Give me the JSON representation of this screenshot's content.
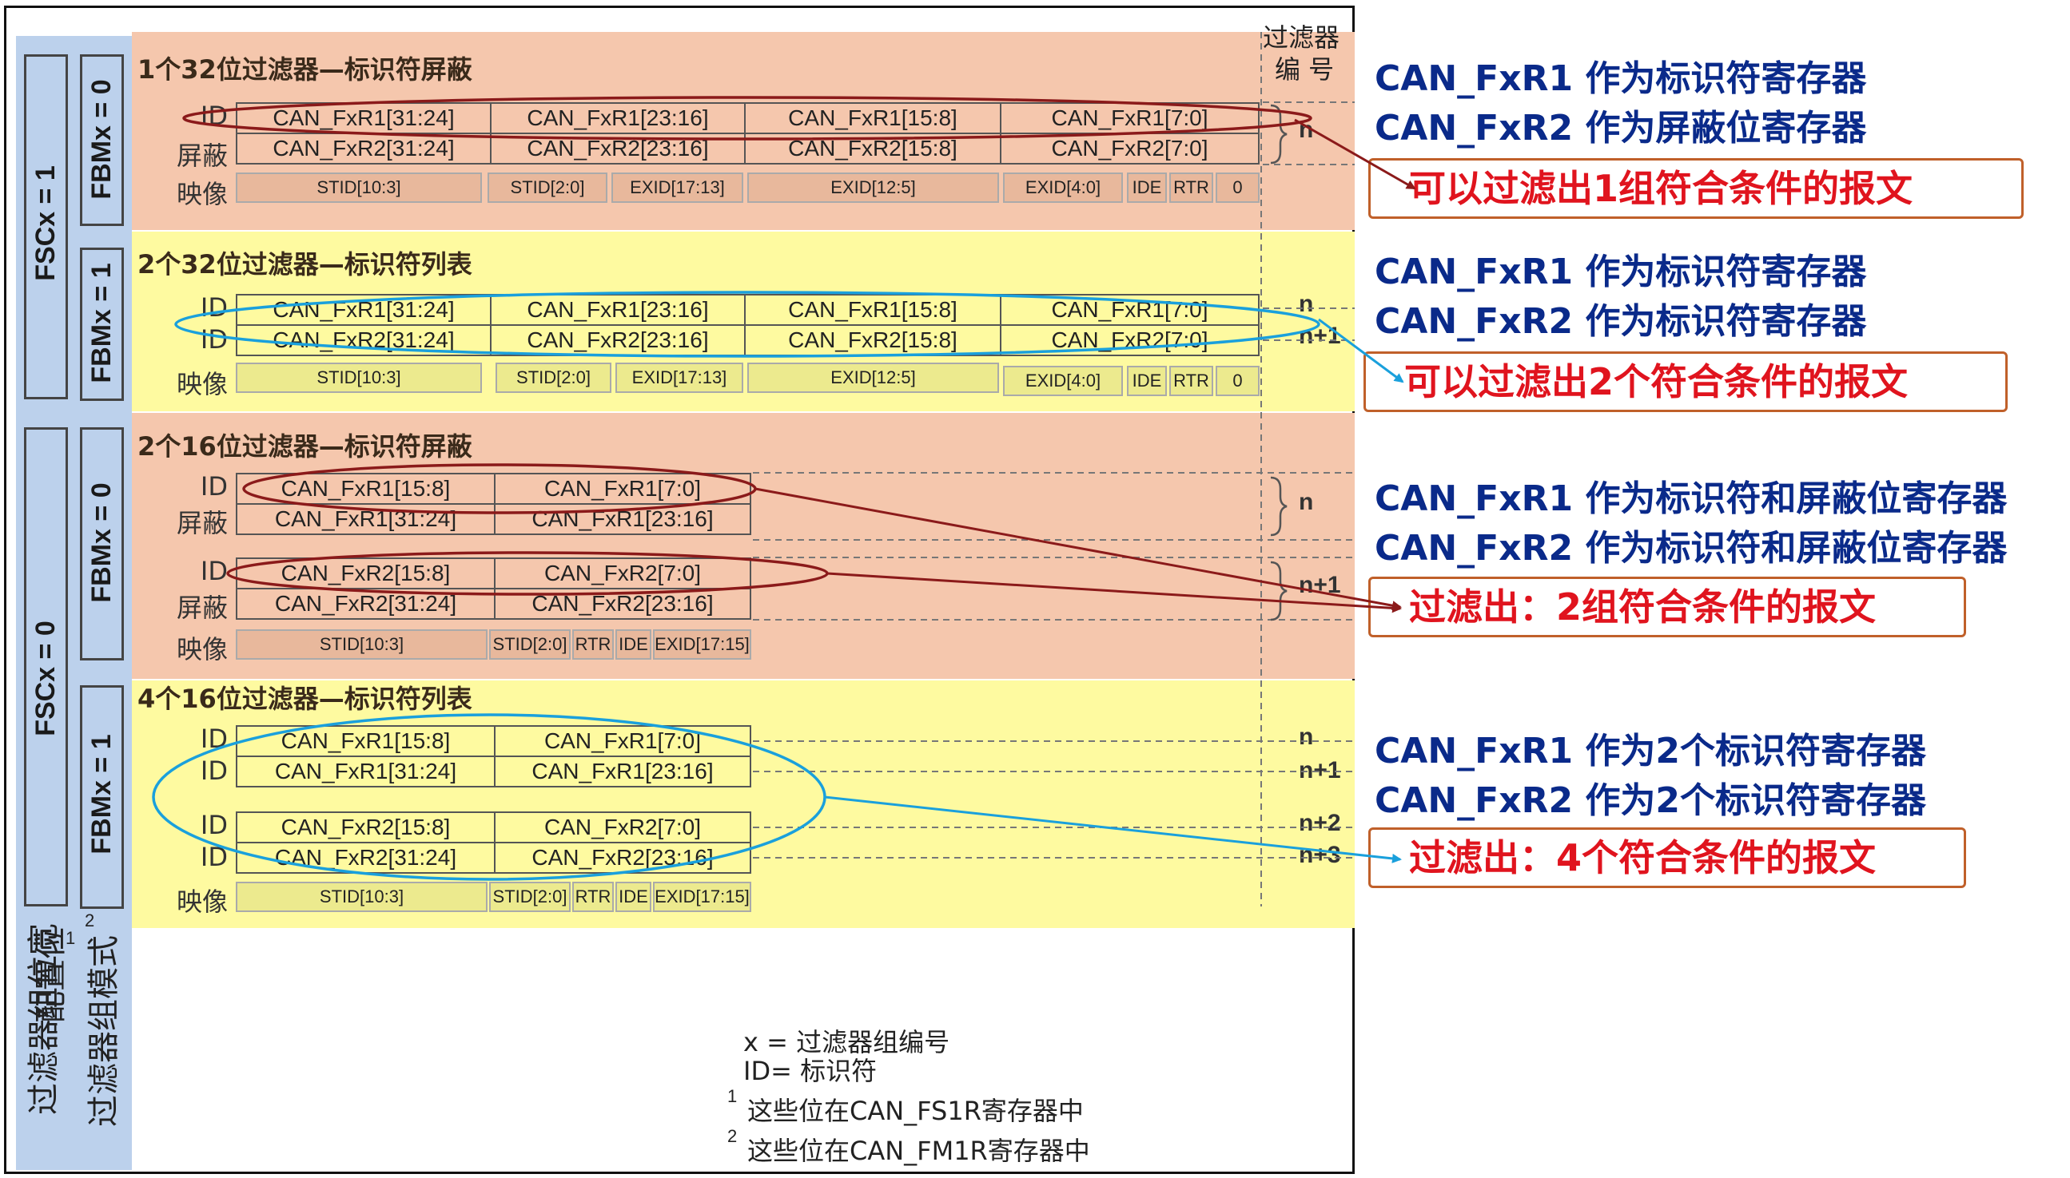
{
  "colors": {
    "salmon": "#f5c7ad",
    "yellow": "#fefaa0",
    "leftbar": "#bcd1ec",
    "callout_border": "#c0602a",
    "callout_text": "#e0141e",
    "blue_text": "#0a2a8a",
    "red_ellipse": "#8b1a1a",
    "blue_ellipse": "#1aa0dc"
  },
  "left": {
    "fsc1": "FSCx = 1",
    "fsc0": "FSCx = 0",
    "fbm_top0": "FBMx = 0",
    "fbm_top1": "FBMx = 1",
    "fbm_bot0": "FBMx = 0",
    "fbm_bot1": "FBMx = 1",
    "width_cfg_a": "过滤器组位宽",
    "width_cfg_b": "配置位",
    "width_cfg_sup": "1",
    "mode_cfg": "过滤器组模式",
    "mode_cfg_sup": "2"
  },
  "header": {
    "filter_num_a": "过滤器",
    "filter_num_b": "编 号"
  },
  "sections": [
    {
      "title": "1个32位过滤器—标识符屏蔽",
      "row_labels": [
        "ID",
        "屏蔽",
        "映像"
      ],
      "rows": [
        [
          "CAN_FxR1[31:24]",
          "CAN_FxR1[23:16]",
          "CAN_FxR1[15:8]",
          "CAN_FxR1[7:0]"
        ],
        [
          "CAN_FxR2[31:24]",
          "CAN_FxR2[23:16]",
          "CAN_FxR2[15:8]",
          "CAN_FxR2[7:0]"
        ]
      ],
      "map": [
        "STID[10:3]",
        "STID[2:0]",
        "EXID[17:13]",
        "EXID[12:5]",
        "EXID[4:0]",
        "IDE",
        "RTR",
        "0"
      ],
      "nums": [
        "n"
      ]
    },
    {
      "title": "2个32位过滤器—标识符列表",
      "row_labels": [
        "ID",
        "ID",
        "映像"
      ],
      "rows": [
        [
          "CAN_FxR1[31:24]",
          "CAN_FxR1[23:16]",
          "CAN_FxR1[15:8]",
          "CAN_FxR1[7:0]"
        ],
        [
          "CAN_FxR2[31:24]",
          "CAN_FxR2[23:16]",
          "CAN_FxR2[15:8]",
          "CAN_FxR2[7:0]"
        ]
      ],
      "map": [
        "STID[10:3]",
        "STID[2:0]",
        "EXID[17:13]",
        "EXID[12:5]",
        "EXID[4:0]",
        "IDE",
        "RTR",
        "0"
      ],
      "nums": [
        "n",
        "n+1"
      ]
    },
    {
      "title": "2个16位过滤器—标识符屏蔽",
      "row_labels": [
        "ID",
        "屏蔽",
        "ID",
        "屏蔽",
        "映像"
      ],
      "rows": [
        [
          "CAN_FxR1[15:8]",
          "CAN_FxR1[7:0]"
        ],
        [
          "CAN_FxR1[31:24]",
          "CAN_FxR1[23:16]"
        ],
        [
          "CAN_FxR2[15:8]",
          "CAN_FxR2[7:0]"
        ],
        [
          "CAN_FxR2[31:24]",
          "CAN_FxR2[23:16]"
        ]
      ],
      "map": [
        "STID[10:3]",
        "STID[2:0]",
        "RTR",
        "IDE",
        "EXID[17:15]"
      ],
      "nums": [
        "n",
        "n+1"
      ]
    },
    {
      "title": "4个16位过滤器—标识符列表",
      "row_labels": [
        "ID",
        "ID",
        "ID",
        "ID",
        "映像"
      ],
      "rows": [
        [
          "CAN_FxR1[15:8]",
          "CAN_FxR1[7:0]"
        ],
        [
          "CAN_FxR1[31:24]",
          "CAN_FxR1[23:16]"
        ],
        [
          "CAN_FxR2[15:8]",
          "CAN_FxR2[7:0]"
        ],
        [
          "CAN_FxR2[31:24]",
          "CAN_FxR2[23:16]"
        ]
      ],
      "map": [
        "STID[10:3]",
        "STID[2:0]",
        "RTR",
        "IDE",
        "EXID[17:15]"
      ],
      "nums": [
        "n",
        "n+1",
        "n+2",
        "n+3"
      ]
    }
  ],
  "notes": {
    "x": "x = 过滤器组编号",
    "id": "ID= 标识符",
    "n1_sup": "1",
    "n1": "这些位在CAN_FS1R寄存器中",
    "n2_sup": "2",
    "n2": "这些位在CAN_FM1R寄存器中"
  },
  "right": [
    {
      "line1": "CAN_FxR1 作为标识符寄存器",
      "line2": "CAN_FxR2 作为屏蔽位寄存器",
      "callout": "可以过滤出1组符合条件的报文"
    },
    {
      "line1": "CAN_FxR1 作为标识符寄存器",
      "line2": "CAN_FxR2 作为标识符寄存器",
      "callout": "可以过滤出2个符合条件的报文"
    },
    {
      "line1": "CAN_FxR1 作为标识符和屏蔽位寄存器",
      "line2": "CAN_FxR2 作为标识符和屏蔽位寄存器",
      "callout": "过滤出：2组符合条件的报文"
    },
    {
      "line1": "CAN_FxR1 作为2个标识符寄存器",
      "line2": "CAN_FxR2 作为2个标识符寄存器",
      "callout": "过滤出：4个符合条件的报文"
    }
  ]
}
